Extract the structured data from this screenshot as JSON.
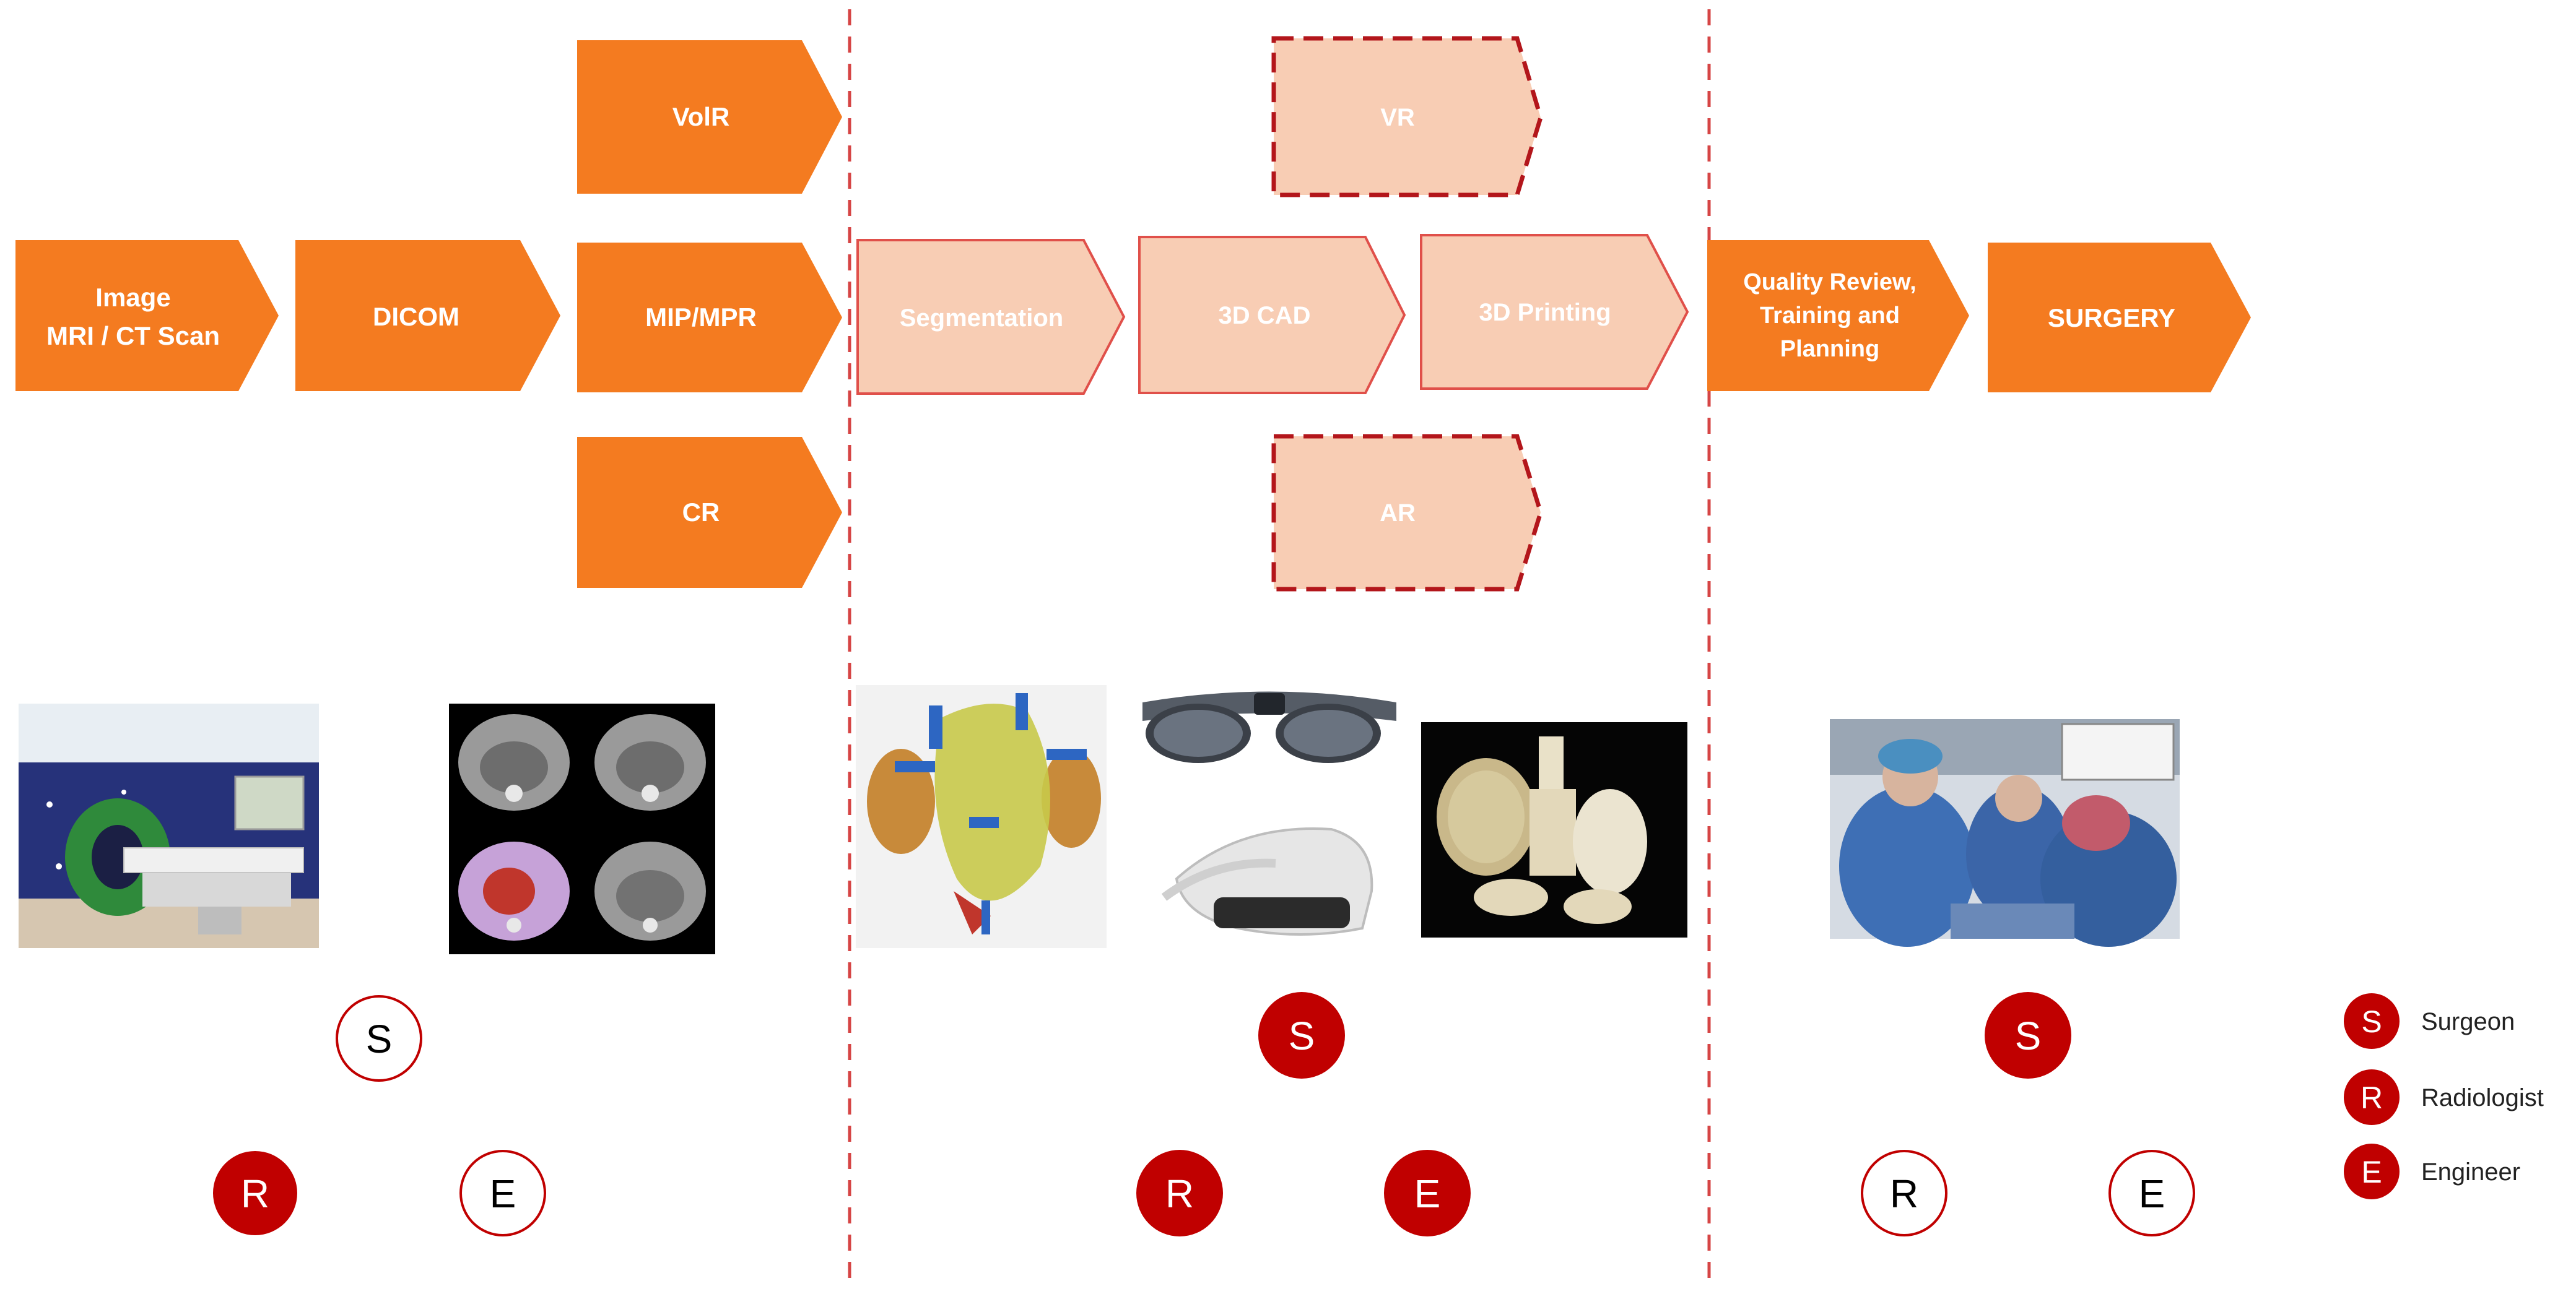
{
  "colors": {
    "arrow_solid": "#F47B20",
    "arrow_light_fill": "#F8CDB4",
    "arrow_light_border": "#E0504A",
    "arrow_dashed_border": "#B3161B",
    "divider": "#D64545",
    "badge_red": "#C00000",
    "badge_outline": "#C00000"
  },
  "steps": {
    "image": [
      "Image",
      "MRI / CT Scan"
    ],
    "dicom": [
      "DICOM"
    ],
    "volr": [
      "VolR"
    ],
    "mip_mpr": [
      "MIP/MPR"
    ],
    "cr": [
      "CR"
    ],
    "segmentation": [
      "Segmentation"
    ],
    "cad_3d": [
      "3D CAD"
    ],
    "printing_3d": [
      "3D Printing"
    ],
    "vr": [
      "VR"
    ],
    "ar": [
      "AR"
    ],
    "quality": [
      "Quality Review,",
      "Training and",
      "Planning"
    ],
    "surgery": [
      "SURGERY"
    ]
  },
  "images": {
    "ct_scanner_room": "ct-scanner-room-photo",
    "ct_slices": "ct-scan-slices",
    "kidney_model": "3d-segmented-kidney-model",
    "ar_glasses": "ar-glasses-headset",
    "vr_headset": "vr-headset",
    "printed_model": "3d-printed-anatomical-model",
    "surgery_photo": "surgeons-operating-photo"
  },
  "badges": {
    "s": "S",
    "r": "R",
    "e": "E"
  },
  "legend": [
    {
      "letter": "S",
      "label": "Surgeon"
    },
    {
      "letter": "R",
      "label": "Radiologist"
    },
    {
      "letter": "E",
      "label": "Engineer"
    }
  ]
}
